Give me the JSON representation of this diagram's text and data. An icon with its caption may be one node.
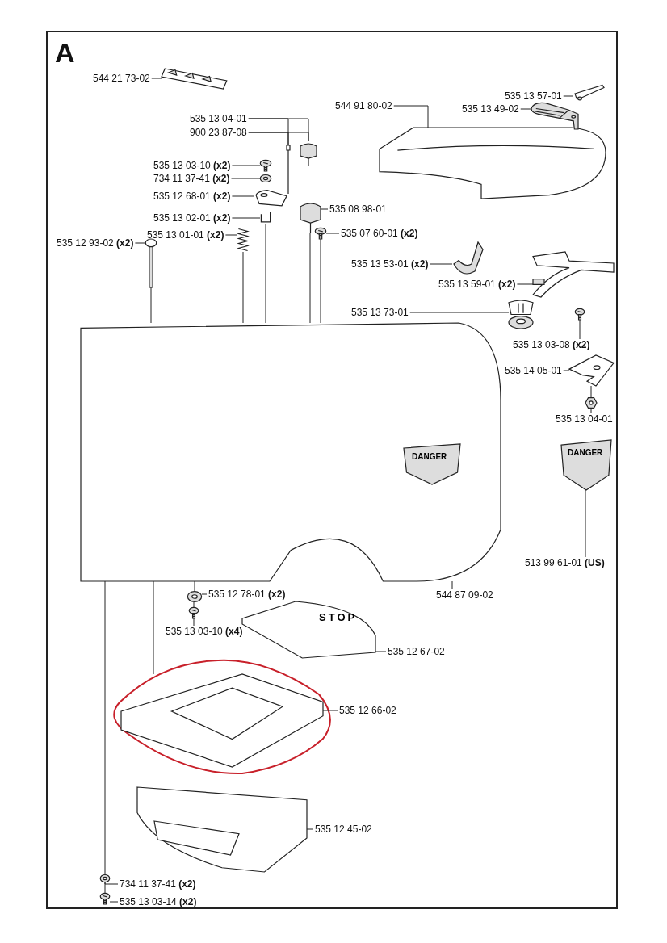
{
  "diagram": {
    "nodes": [
      {
        "text": [
          "544 21 73-02"
        ]
      },
      {
        "text": [],
        "shape": "picture"
      },
      {
        "text": [
          "535 13 04-01"
        ]
      },
      {
        "text": [
          "900 23 87-08"
        ]
      },
      {
        "text": [],
        "shape": "picture"
      },
      {
        "text": [],
        "shape": "picture"
      },
      {
        "text": [
          "535 13 03-10 **(x2)**"
        ]
      },
      {
        "text": [],
        "shape": "picture"
      },
      {
        "text": [
          "734 11 37-41 **(x2)**"
        ]
      },
      {
        "text": [],
        "shape": "picture"
      },
      {
        "text": [
          "535 12 68-01 **(x2)**"
        ]
      },
      {
        "text": [],
        "shape": "picture"
      },
      {
        "text": [
          "535 13 02-01 **(x2)**"
        ]
      },
      {
        "text": [],
        "shape": "picture"
      },
      {
        "text": [
          "535 13 01-01 **(x2)**"
        ]
      },
      {
        "text": [],
        "shape": "picture"
      },
      {
        "text": [
          "535 12 93-02 **(x2)**"
        ]
      },
      {
        "text": [],
        "shape": "picture"
      },
      {
        "text": [
          "544 91 80-02"
        ]
      },
      {
        "text": [],
        "shape": "picture"
      },
      {
        "text": [
          "535 13 57-01"
        ]
      },
      {
        "text": [],
        "shape": "picture"
      },
      {
        "text": [
          "535 13 49-02"
        ]
      },
      {
        "text": [],
        "shape": "picture"
      },
      {
        "text": [
          "535 08 98-01"
        ]
      },
      {
        "text": [],
        "shape": "picture"
      },
      {
        "text": [
          "535 07 60-01 **(x2)**"
        ]
      },
      {
        "text": [],
        "shape": "picture"
      },
      {
        "text": [
          "535 13 53-01 **(x2)**"
        ]
      },
      {
        "text": [],
        "shape": "picture"
      },
      {
        "text": [
          "535 13 73-01"
        ]
      },
      {
        "text": [],
        "shape": "picture"
      },
      {
        "text": [
          "535 13 59-01 **(x2)**"
        ]
      },
      {
        "text": [],
        "shape": "picture"
      },
      {
        "text": [
          "535 13 03-08 **(x2)**"
        ]
      },
      {
        "text": [],
        "shape": "picture"
      },
      {
        "text": [
          "535 14 05-01"
        ]
      },
      {
        "text": [],
        "shape": "picture"
      },
      {
        "text": [
          "535 13 04-01"
        ]
      },
      {
        "text": [],
        "shape": "picture"
      },
      {
        "text": [
          "DANGER"
        ]
      },
      {
        "text": [
          "513 99 61-01 **(US)**"
        ]
      },
      {
        "text": [
          "544 87 09-02"
        ]
      },
      {
        "text": [],
        "shape": "picture"
      },
      {
        "text": [
          "535 12 78-01 **(x2)**"
        ]
      },
      {
        "text": [],
        "shape": "picture"
      },
      {
        "text": [
          "535 13 03-10 **(x4)**"
        ]
      },
      {
        "text": [],
        "shape": "picture"
      },
      {
        "text": [
          "STOP"
        ]
      },
      {
        "text": [
          "535 12 67-02"
        ]
      },
      {
        "text": [],
        "shape": "picture"
      },
      {
        "text": [
          "535 12 66-02"
        ]
      },
      {
        "text": [],
        "shape": "picture"
      },
      {
        "text": [
          "535 12 45-02"
        ]
      },
      {
        "text": [
          "734 11 37-41 **(x2)**"
        ]
      },
      {
        "text": [],
        "shape": "picture"
      },
      {
        "text": [
          "535 13 03-14 **(x2)**"
        ]
      },
      {
        "text": [],
        "shape": "picture"
      },
      {
        "text": [
          "DANGER"
        ],
        "in": 43
      }
    ],
    "edges": [
      {
        "from": 0,
        "to": 1,
        "arrow": "none"
      },
      {
        "from": 2,
        "to": 4,
        "arrow": "none"
      },
      {
        "from": 2,
        "to": 5,
        "arrow": "none"
      },
      {
        "from": 3,
        "to": 4,
        "arrow": "none"
      },
      {
        "from": 3,
        "to": 5,
        "arrow": "none"
      },
      {
        "from": 6,
        "to": 7,
        "arrow": "none"
      },
      {
        "from": 8,
        "to": 9,
        "arrow": "none"
      },
      {
        "from": 10,
        "to": 11,
        "arrow": "none"
      },
      {
        "from": 12,
        "to": 13,
        "arrow": "none"
      },
      {
        "from": 14,
        "to": 15,
        "arrow": "none"
      },
      {
        "from": 16,
        "to": 17,
        "arrow": "none"
      },
      {
        "from": 18,
        "to": 19,
        "arrow": "none"
      },
      {
        "from": 20,
        "to": 21,
        "arrow": "none"
      },
      {
        "from": 22,
        "to": 23,
        "arrow": "none"
      },
      {
        "from": 24,
        "to": 25,
        "arrow": "none"
      },
      {
        "from": 26,
        "to": 27,
        "arrow": "none"
      },
      {
        "from": 28,
        "to": 29,
        "arrow": "none"
      },
      {
        "from": 30,
        "to": 31,
        "arrow": "none"
      },
      {
        "from": 32,
        "to": 33,
        "arrow": "none"
      },
      {
        "from": 34,
        "to": 35,
        "arrow": "none"
      },
      {
        "from": 36,
        "to": 37,
        "arrow": "none"
      },
      {
        "from": 38,
        "to": 39,
        "arrow": "none"
      },
      {
        "from": 41,
        "to": 40,
        "arrow": "none"
      },
      {
        "from": 42,
        "to": 43,
        "arrow": "none"
      },
      {
        "from": 44,
        "to": 45,
        "arrow": "none"
      },
      {
        "from": 46,
        "to": 47,
        "arrow": "none"
      },
      {
        "from": 49,
        "to": 48,
        "arrow": "none"
      },
      {
        "from": 51,
        "to": 50,
        "arrow": "none"
      },
      {
        "from": 53,
        "to": 52,
        "arrow": "none"
      },
      {
        "from": 54,
        "to": 55,
        "arrow": "none"
      },
      {
        "from": 56,
        "to": 57,
        "arrow": "none"
      },
      {
        "from": 17,
        "to": 43,
        "arrow": "none"
      },
      {
        "from": 15,
        "to": 43,
        "arrow": "none"
      },
      {
        "from": 13,
        "to": 43,
        "arrow": "none"
      },
      {
        "from": 25,
        "to": 43,
        "arrow": "none"
      },
      {
        "from": 27,
        "to": 43,
        "arrow": "none"
      },
      {
        "from": 39,
        "to": 37,
        "arrow": "none"
      },
      {
        "from": 47,
        "to": 45,
        "arrow": "none"
      },
      {
        "from": 45,
        "to": 43,
        "arrow": "none"
      },
      {
        "from": 50,
        "to": 43,
        "arrow": "none"
      },
      {
        "from": 57,
        "to": 55,
        "arrow": "none"
      },
      {
        "from": 55,
        "to": 43,
        "arrow": "none"
      }
    ],
    "labels": [
      "A"
    ]
  }
}
